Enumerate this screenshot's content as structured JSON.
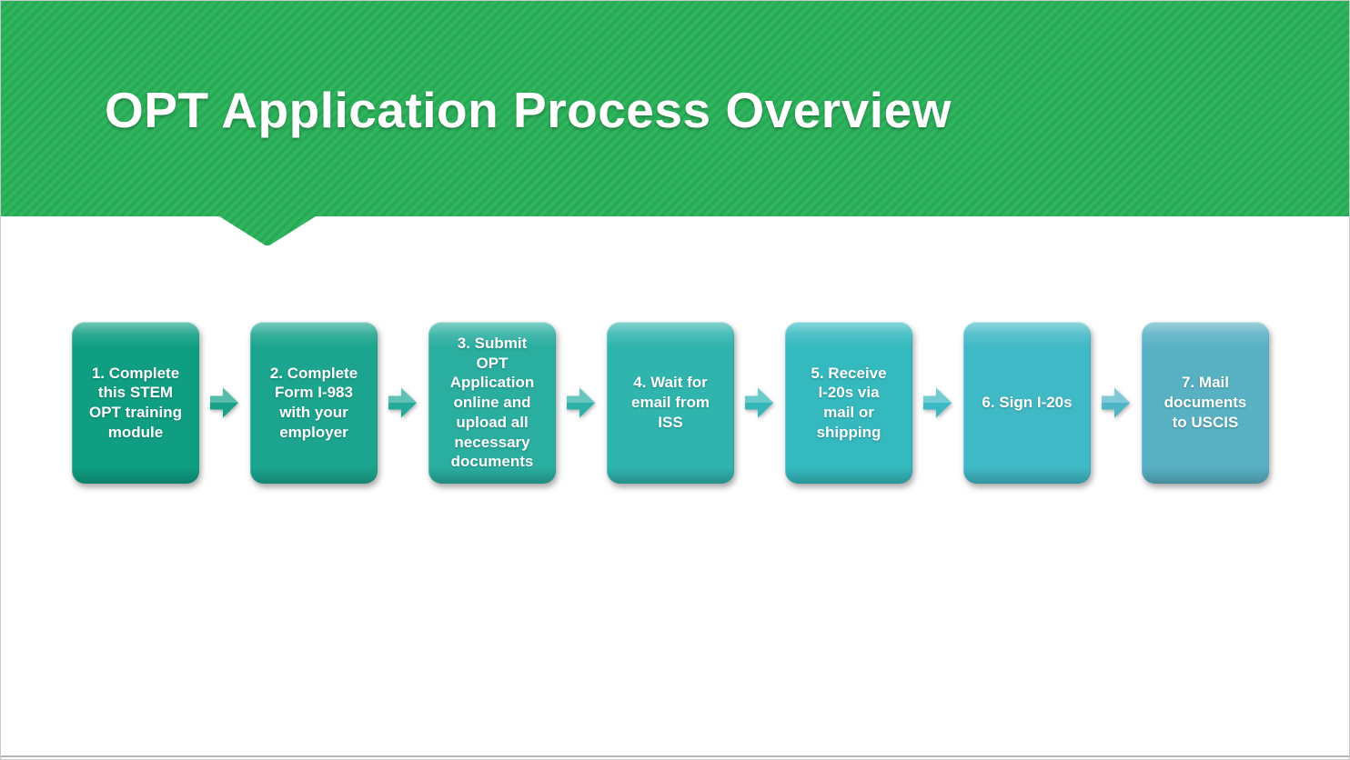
{
  "slide": {
    "title": "OPT Application Process Overview",
    "banner": {
      "stripe_light": "#2fb45f",
      "stripe_dark": "#28a954"
    }
  },
  "steps": [
    {
      "label": "1. Complete\nthis STEM\nOPT training\nmodule",
      "color": "#0f9e82"
    },
    {
      "label": "2. Complete\nForm I-983\nwith your\nemployer",
      "color": "#1ca58e"
    },
    {
      "label": "3. Submit\nOPT\nApplication\nonline and\nupload all\nnecessary\ndocuments",
      "color": "#2aaea0"
    },
    {
      "label": "4. Wait for\nemail from\nISS",
      "color": "#30b4ae"
    },
    {
      "label": "5. Receive\nI-20s via\nmail or\nshipping",
      "color": "#34b9bf"
    },
    {
      "label": "6. Sign I-20s",
      "color": "#40b9c6"
    },
    {
      "label": "7. Mail\ndocuments\nto USCIS",
      "color": "#57b1c3"
    }
  ],
  "arrows": [
    {
      "color": "#16a288"
    },
    {
      "color": "#24aa98"
    },
    {
      "color": "#2db1a7"
    },
    {
      "color": "#32b6b7"
    },
    {
      "color": "#3bb9c3"
    },
    {
      "color": "#4db5c5"
    }
  ]
}
